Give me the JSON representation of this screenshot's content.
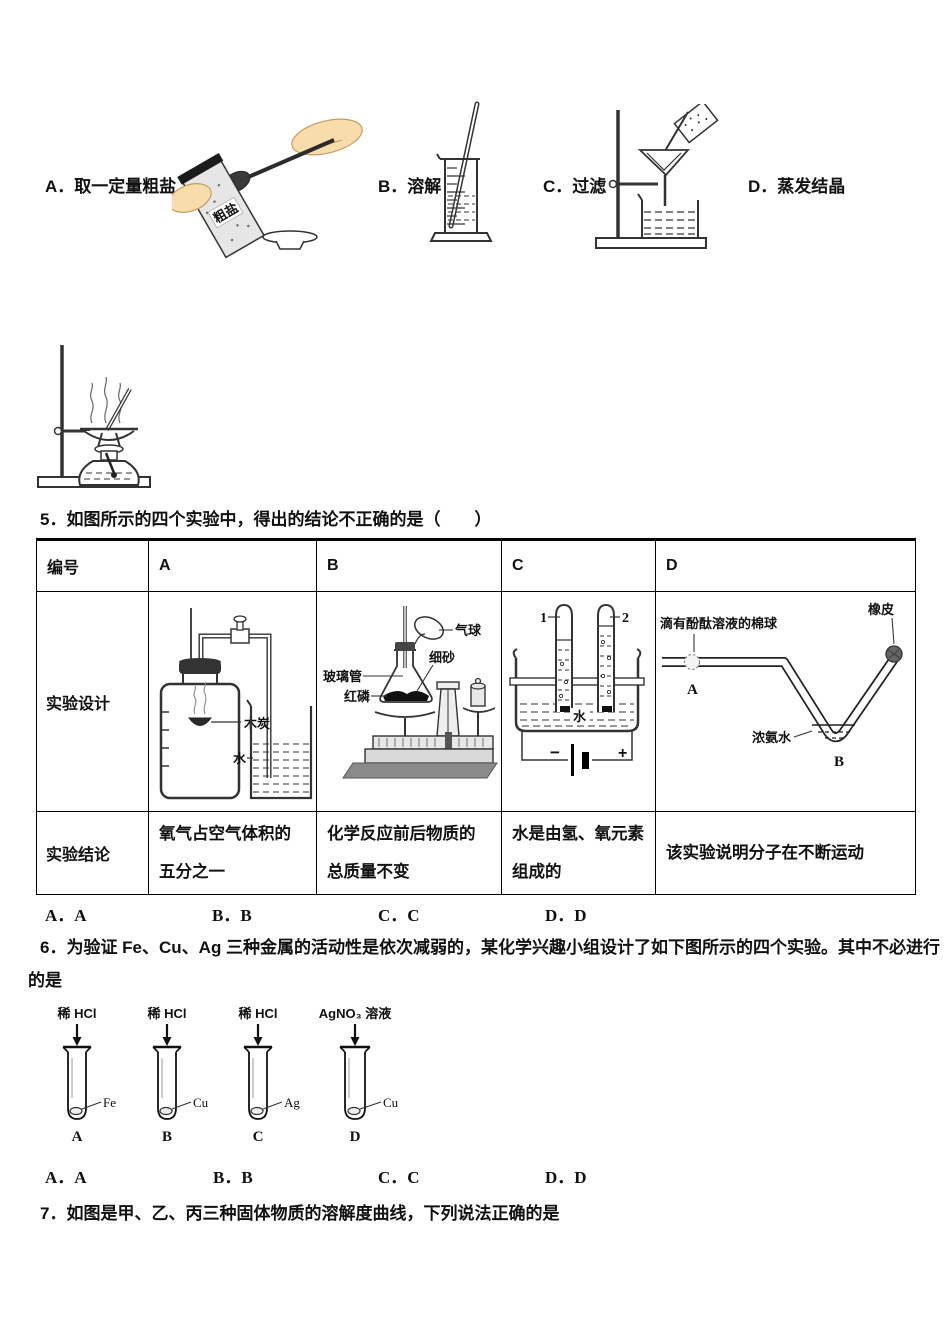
{
  "procedure": {
    "steps": [
      {
        "label": "A．取一定量粗盐"
      },
      {
        "label": "B．溶解"
      },
      {
        "label": "C．过滤"
      },
      {
        "label": "D．蒸发结晶"
      }
    ],
    "salt_bag_text": "粗盐"
  },
  "q5": {
    "text": "5．如图所示的四个实验中，得出的结论不正确的是（　　）",
    "table": {
      "headers": [
        "编号",
        "A",
        "B",
        "C",
        "D"
      ],
      "design_row_label": "实验设计",
      "conclusion_row_label": "实验结论",
      "conclusions": [
        "氧气占空气体积的五分之一",
        "化学反应前后物质的总质量不变",
        "水是由氢、氧元素组成的",
        "该实验说明分子在不断运动"
      ],
      "exp_a": {
        "charcoal": "木炭",
        "water": "水"
      },
      "exp_b": {
        "balloon": "气球",
        "sand": "细砂",
        "glass_tube": "玻璃管",
        "red_phosphorus": "红磷"
      },
      "exp_c": {
        "tube1": "1",
        "tube2": "2",
        "water": "水",
        "minus": "−",
        "plus": "+"
      },
      "exp_d": {
        "cotton": "滴有酚酞溶液的棉球",
        "point_a": "A",
        "ammonia": "浓氨水",
        "point_b": "B",
        "rubber": "橡皮"
      }
    },
    "options": [
      "A．A",
      "B．B",
      "C．C",
      "D．D"
    ]
  },
  "q6": {
    "line1": "6．为验证 Fe、Cu、Ag 三种金属的活动性是依次减弱的，某化学兴趣小组设计了如下图所示的四个实验。其中不必进行",
    "line2": "的是",
    "tubes": [
      {
        "reagent": "稀 HCl",
        "metal": "Fe",
        "letter": "A"
      },
      {
        "reagent": "稀 HCl",
        "metal": "Cu",
        "letter": "B"
      },
      {
        "reagent": "稀 HCl",
        "metal": "Ag",
        "letter": "C"
      },
      {
        "reagent": "AgNO₃ 溶液",
        "metal": "Cu",
        "letter": "D"
      }
    ],
    "options": [
      "A．A",
      "B．B",
      "C．C",
      "D．D"
    ]
  },
  "q7": {
    "text": "7．如图是甲、乙、丙三种固体物质的溶解度曲线，下列说法正确的是"
  }
}
